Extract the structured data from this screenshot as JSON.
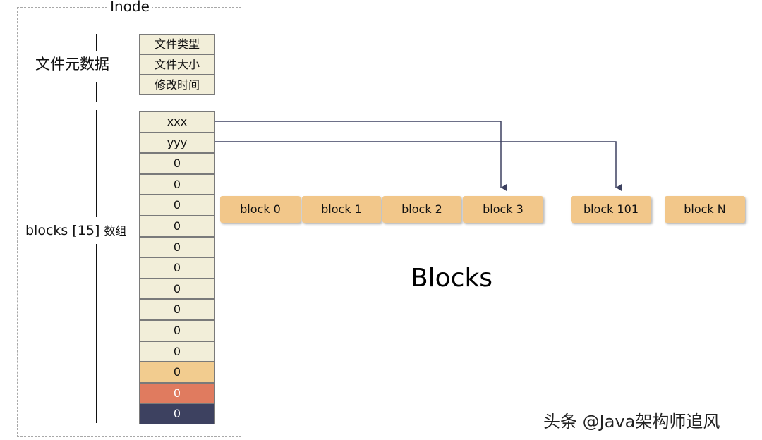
{
  "inode": {
    "title": "Inode",
    "metadata_label": "文件元数据",
    "metadata_fields": [
      "文件类型",
      "文件大小",
      "修改时间"
    ],
    "blocks_label": "blocks [15]",
    "blocks_label_suffix": "数组",
    "blocks_array": [
      {
        "value": "xxx",
        "color": "#f2eed9",
        "text_color": "#111111"
      },
      {
        "value": "yyy",
        "color": "#f2eed9",
        "text_color": "#111111"
      },
      {
        "value": "0",
        "color": "#f2eed9",
        "text_color": "#111111"
      },
      {
        "value": "0",
        "color": "#f2eed9",
        "text_color": "#111111"
      },
      {
        "value": "0",
        "color": "#f2eed9",
        "text_color": "#111111"
      },
      {
        "value": "0",
        "color": "#f2eed9",
        "text_color": "#111111"
      },
      {
        "value": "0",
        "color": "#f2eed9",
        "text_color": "#111111"
      },
      {
        "value": "0",
        "color": "#f2eed9",
        "text_color": "#111111"
      },
      {
        "value": "0",
        "color": "#f2eed9",
        "text_color": "#111111"
      },
      {
        "value": "0",
        "color": "#f2eed9",
        "text_color": "#111111"
      },
      {
        "value": "0",
        "color": "#f2eed9",
        "text_color": "#111111"
      },
      {
        "value": "0",
        "color": "#f2eed9",
        "text_color": "#111111"
      },
      {
        "value": "0",
        "color": "#f2cc8f",
        "text_color": "#111111"
      },
      {
        "value": "0",
        "color": "#e07b5f",
        "text_color": "#ffffff"
      },
      {
        "value": "0",
        "color": "#3d4160",
        "text_color": "#ffffff"
      }
    ]
  },
  "blocks": {
    "title": "Blocks",
    "items": [
      "block 0",
      "block 1",
      "block 2",
      "block 3",
      "block 101",
      "block N"
    ],
    "color": "#f2c78a"
  },
  "pointers": [
    {
      "from": "xxx",
      "to": "block 3"
    },
    {
      "from": "yyy",
      "to": "block 101"
    }
  ],
  "watermark": "头条 @Java架构师追风"
}
